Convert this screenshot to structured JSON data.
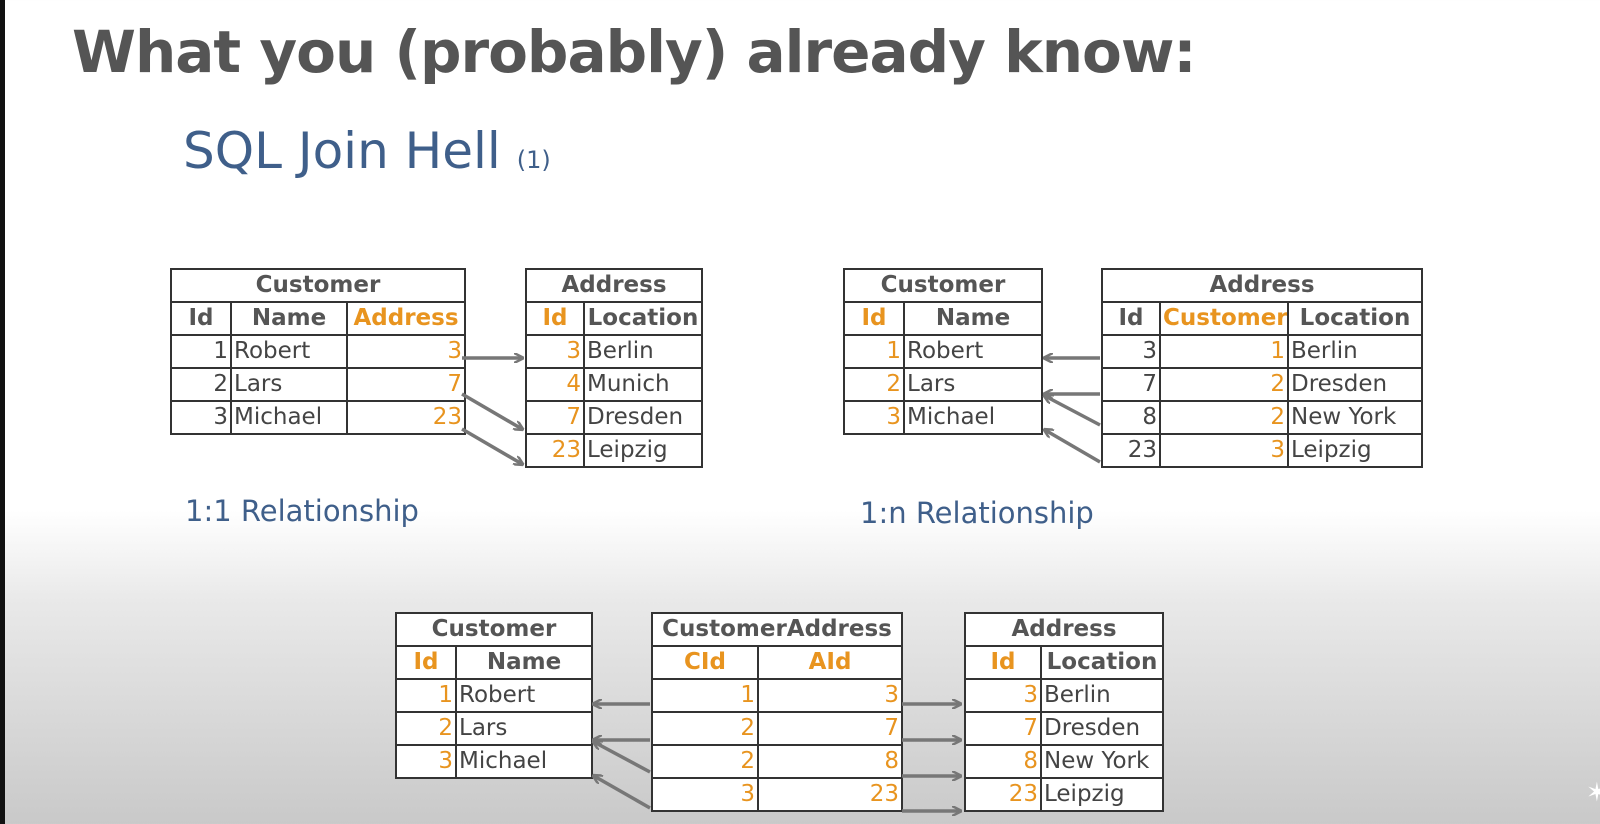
{
  "slide": {
    "title": "What you (probably) already know:",
    "subtitle": "SQL Join Hell",
    "subtitle_note": "(1)",
    "colors": {
      "title": "#555555",
      "accent_blue": "#3f5f8a",
      "key_orange": "#e8941f"
    }
  },
  "one_to_one": {
    "label": "1:1 Relationship",
    "customer": {
      "name": "Customer",
      "headers": [
        "Id",
        "Name",
        "Address"
      ],
      "rows": [
        [
          "1",
          "Robert",
          "3"
        ],
        [
          "2",
          "Lars",
          "7"
        ],
        [
          "3",
          "Michael",
          "23"
        ]
      ]
    },
    "address": {
      "name": "Address",
      "headers": [
        "Id",
        "Location"
      ],
      "rows": [
        [
          "3",
          "Berlin"
        ],
        [
          "4",
          "Munich"
        ],
        [
          "7",
          "Dresden"
        ],
        [
          "23",
          "Leipzig"
        ]
      ]
    }
  },
  "one_to_n": {
    "label": "1:n Relationship",
    "customer": {
      "name": "Customer",
      "headers": [
        "Id",
        "Name"
      ],
      "rows": [
        [
          "1",
          "Robert"
        ],
        [
          "2",
          "Lars"
        ],
        [
          "3",
          "Michael"
        ]
      ]
    },
    "address": {
      "name": "Address",
      "headers": [
        "Id",
        "Customer",
        "Location"
      ],
      "rows": [
        [
          "3",
          "1",
          "Berlin"
        ],
        [
          "7",
          "2",
          "Dresden"
        ],
        [
          "8",
          "2",
          "New York"
        ],
        [
          "23",
          "3",
          "Leipzig"
        ]
      ]
    }
  },
  "n_to_m": {
    "customer": {
      "name": "Customer",
      "headers": [
        "Id",
        "Name"
      ],
      "rows": [
        [
          "1",
          "Robert"
        ],
        [
          "2",
          "Lars"
        ],
        [
          "3",
          "Michael"
        ]
      ]
    },
    "customer_address": {
      "name": "CustomerAddress",
      "headers": [
        "CId",
        "AId"
      ],
      "rows": [
        [
          "1",
          "3"
        ],
        [
          "2",
          "7"
        ],
        [
          "2",
          "8"
        ],
        [
          "3",
          "23"
        ]
      ]
    },
    "address": {
      "name": "Address",
      "headers": [
        "Id",
        "Location"
      ],
      "rows": [
        [
          "3",
          "Berlin"
        ],
        [
          "7",
          "Dresden"
        ],
        [
          "8",
          "New York"
        ],
        [
          "23",
          "Leipzig"
        ]
      ]
    }
  }
}
